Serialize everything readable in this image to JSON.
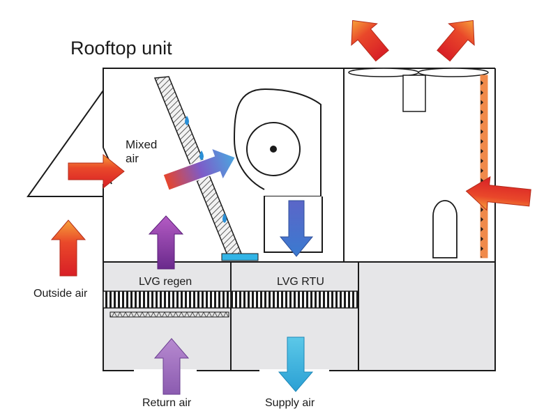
{
  "title": "Rooftop unit",
  "labels": {
    "mixed_air_line1": "Mixed",
    "mixed_air_line2": "air",
    "outside_air": "Outside air",
    "lvg_regen": "LVG regen",
    "lvg_rtu": "LVG RTU",
    "return_air": "Return air",
    "supply_air": "Supply air"
  },
  "colors": {
    "outline": "#1a1a1a",
    "panel_fill": "#e6e6e8",
    "hot_arrow": "#e63b2a",
    "purple_arrow": "#8a3aa0",
    "blue_arrow": "#3e6cc4",
    "cyan_arrow": "#3ab4dc",
    "tray_cyan": "#32b4e6",
    "coil_orange": "#f08a4b",
    "coil_hatch": "#444444",
    "water_drop": "#2a8fd6"
  },
  "icons": [
    "fan-icon",
    "water-drop-icon",
    "airflow-arrow-icon",
    "heat-exhaust-arrow-icon",
    "condenser-coil-icon"
  ]
}
